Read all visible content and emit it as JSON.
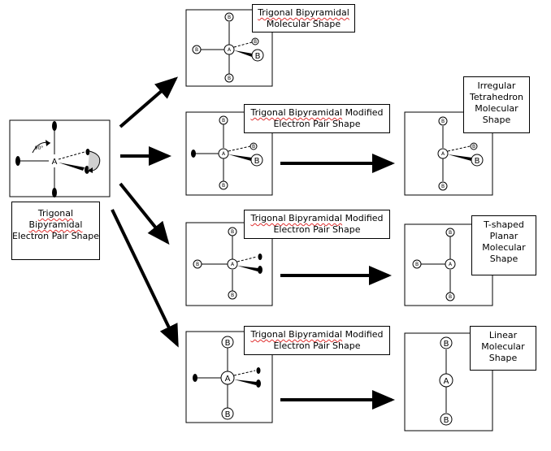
{
  "atoms": {
    "central": "A",
    "bonded": "B"
  },
  "source_label": {
    "underlined": "Trigonal Bipyramidal",
    "rest": "Electron Pair Shape"
  },
  "source_angle_label": "90°",
  "labels": {
    "row1": {
      "underlined": "Trigonal Bipyramidal",
      "rest": "Molecular Shape"
    },
    "row2_mod": {
      "underlined": "Trigonal Bipyramidal",
      "rest": "Modified Electron Pair Shape"
    },
    "row2_result": "Irregular Tetrahedron Molecular Shape",
    "row3_mod": {
      "underlined": "Trigonal Bipyramidal",
      "rest": "Modified Electron Pair Shape"
    },
    "row3_result": "T-shaped Planar Molecular Shape",
    "row4_mod": {
      "underlined": "Trigonal Bipyramidal",
      "rest": "Modified Electron Pair Shape"
    },
    "row4_result": "Linear Molecular Shape"
  }
}
